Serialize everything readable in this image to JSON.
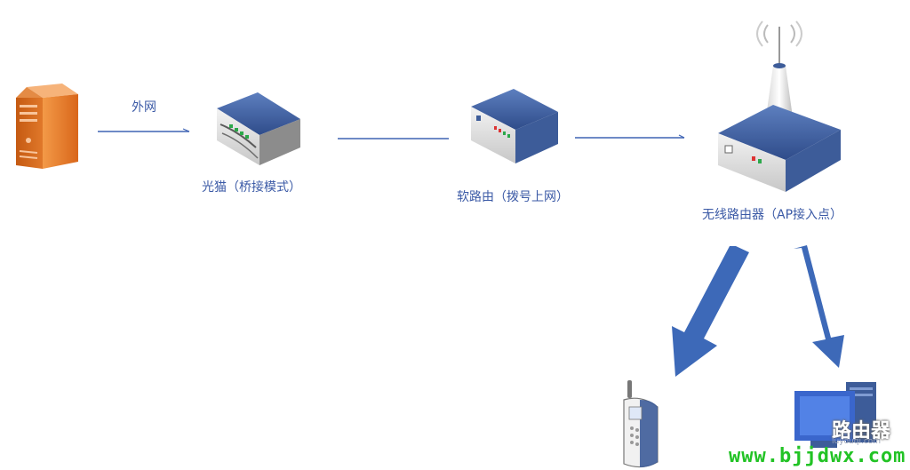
{
  "labels": {
    "wan": "外网",
    "optical_modem": "光猫（桥接模式）",
    "soft_router": "软路由（拨号上网）",
    "wireless_router": "无线路由器（AP接入点）"
  },
  "watermark": {
    "logo": "路由器",
    "subtitle": "luyouqi.com",
    "url": "www.bjjdwx.com"
  },
  "colors": {
    "label": "#3b5aa6",
    "line": "#3e63b4",
    "arrow": "#3d69b8",
    "server": "#e8761f",
    "device_blue": "#3d5c99",
    "watermark_url": "#22c325"
  },
  "icons": [
    "server-icon",
    "optical-modem-icon",
    "soft-router-icon",
    "wireless-router-icon",
    "mobile-phone-icon",
    "desktop-computer-icon"
  ]
}
